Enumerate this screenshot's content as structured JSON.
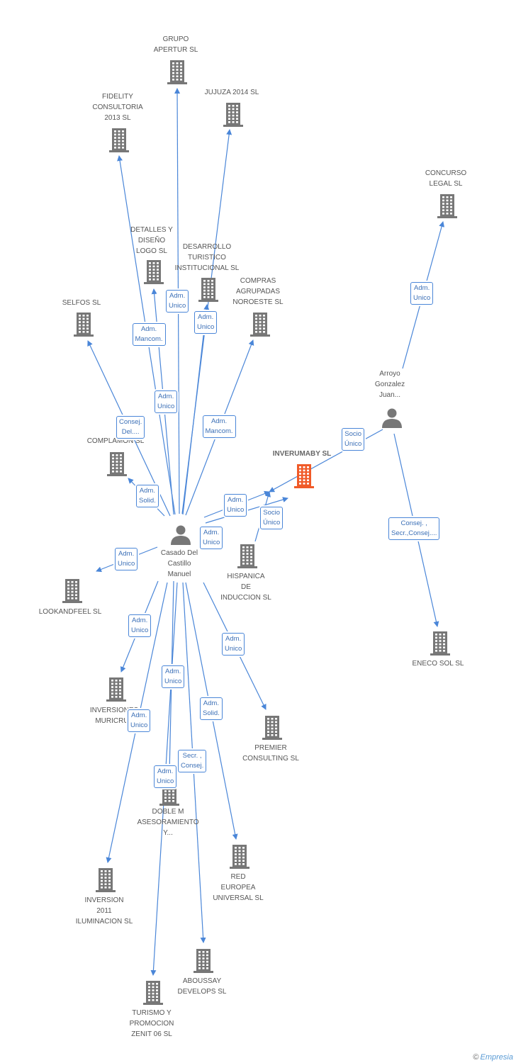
{
  "nodes": [
    {
      "id": "grupo",
      "type": "company",
      "label": "GRUPO\nAPERTUR SL"
    },
    {
      "id": "jujuza",
      "type": "company",
      "label": "JUJUZA 2014 SL"
    },
    {
      "id": "fidelity",
      "type": "company",
      "label": "FIDELITY\nCONSULTORIA\n2013 SL"
    },
    {
      "id": "concurso",
      "type": "company",
      "label": "CONCURSO\nLEGAL SL"
    },
    {
      "id": "detalles",
      "type": "company",
      "label": "DETALLES Y\nDISEÑO\nLOGO SL"
    },
    {
      "id": "desarrollo",
      "type": "company",
      "label": "DESARROLLO\nTURISTICO\nINSTITUCIONAL SL"
    },
    {
      "id": "compras",
      "type": "company",
      "label": "COMPRAS\nAGRUPADAS\nNOROESTE SL"
    },
    {
      "id": "selfos",
      "type": "company",
      "label": "SELFOS SL"
    },
    {
      "id": "arroyo",
      "type": "person",
      "label": "Arroyo\nGonzalez\nJuan..."
    },
    {
      "id": "complamon",
      "type": "company",
      "label": "COMPLAMON SL"
    },
    {
      "id": "inverumaby",
      "type": "focus",
      "label": "INVERUMABY SL"
    },
    {
      "id": "casado",
      "type": "person",
      "label": "Casado Del\nCastillo\nManuel"
    },
    {
      "id": "hispanica",
      "type": "company",
      "label": "HISPANICA\nDE\nINDUCCION SL"
    },
    {
      "id": "lookandfeel",
      "type": "company",
      "label": "LOOKANDFEEL SL"
    },
    {
      "id": "eneco",
      "type": "company",
      "label": "ENECO SOL SL"
    },
    {
      "id": "muricruz",
      "type": "company",
      "label": "INVERSIONES\nMURICRUZ"
    },
    {
      "id": "premier",
      "type": "company",
      "label": "PREMIER\nCONSULTING SL"
    },
    {
      "id": "doblem",
      "type": "company",
      "label": "DOBLE M\nASESORAMIENTO\nY..."
    },
    {
      "id": "red",
      "type": "company",
      "label": "RED\nEUROPEA\nUNIVERSAL SL"
    },
    {
      "id": "inversion2011",
      "type": "company",
      "label": "INVERSION\n2011\nILUMINACION SL"
    },
    {
      "id": "aboussay",
      "type": "company",
      "label": "ABOUSSAY\nDEVELOPS SL"
    },
    {
      "id": "turismo",
      "type": "company",
      "label": "TURISMO Y\nPROMOCION\nZENIT 06 SL"
    }
  ],
  "relations": [
    {
      "from": "casado",
      "to": "grupo",
      "label": ""
    },
    {
      "from": "casado",
      "to": "jujuza",
      "label": ""
    },
    {
      "from": "casado",
      "to": "fidelity",
      "label": ""
    },
    {
      "from": "casado",
      "to": "detalles",
      "label": "Adm.\nUnico"
    },
    {
      "from": "casado",
      "to": "desarrollo",
      "label": "Adm.\nUnico"
    },
    {
      "from": "casado",
      "to": "compras",
      "label": "Adm.\nMancom."
    },
    {
      "from": "casado",
      "to": "selfos",
      "label": "Consej.\nDel...."
    },
    {
      "from": "casado",
      "to": "complamon",
      "label": "Adm.\nSolid."
    },
    {
      "from": "casado",
      "to": "inverumaby",
      "label": "Adm.\nUnico"
    },
    {
      "from": "casado",
      "to": "hispanica",
      "label": "Adm.\nUnico"
    },
    {
      "from": "casado",
      "to": "lookandfeel",
      "label": "Adm.\nUnico"
    },
    {
      "from": "casado",
      "to": "muricruz",
      "label": "Adm.\nUnico"
    },
    {
      "from": "casado",
      "to": "premier",
      "label": "Adm.\nUnico"
    },
    {
      "from": "casado",
      "to": "doblem",
      "label": "Adm.\nUnico"
    },
    {
      "from": "casado",
      "to": "red",
      "label": "Adm.\nSolid."
    },
    {
      "from": "casado",
      "to": "inversion2011",
      "label": "Adm.\nUnico"
    },
    {
      "from": "casado",
      "to": "aboussay",
      "label": ""
    },
    {
      "from": "casado",
      "to": "turismo",
      "label": "Secr. ,\nConsej."
    },
    {
      "from": "arroyo",
      "to": "concurso",
      "label": "Adm.\nUnico"
    },
    {
      "from": "arroyo",
      "to": "inverumaby",
      "label": "Socio\nÚnico"
    },
    {
      "from": "arroyo",
      "to": "eneco",
      "label": "Consej. ,\nSecr.,Consej...."
    },
    {
      "from": "hispanica",
      "to": "inverumaby",
      "label": "Socio\nÚnico"
    }
  ],
  "extra_labels": [
    {
      "label": "Adm.\nMancom."
    },
    {
      "label": "Adm.\nUnico"
    },
    {
      "label": "Adm.\nUnico"
    }
  ],
  "colors": {
    "edge": "#4a86d8",
    "company": "#777777",
    "person": "#777777",
    "focus": "#f05a28"
  },
  "credit": {
    "symbol": "©",
    "brand": "Empresia"
  }
}
